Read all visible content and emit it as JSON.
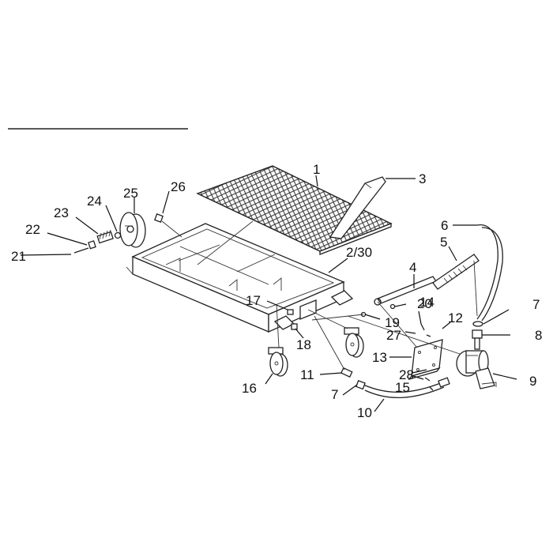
{
  "diagram": {
    "callouts": [
      "1",
      "2/30",
      "3",
      "4",
      "5",
      "6",
      "7",
      "8",
      "9",
      "10",
      "7",
      "11",
      "12",
      "13",
      "14",
      "15",
      "16",
      "17",
      "18",
      "19",
      "20",
      "21",
      "22",
      "23",
      "24",
      "25",
      "26",
      "27",
      "28"
    ]
  }
}
